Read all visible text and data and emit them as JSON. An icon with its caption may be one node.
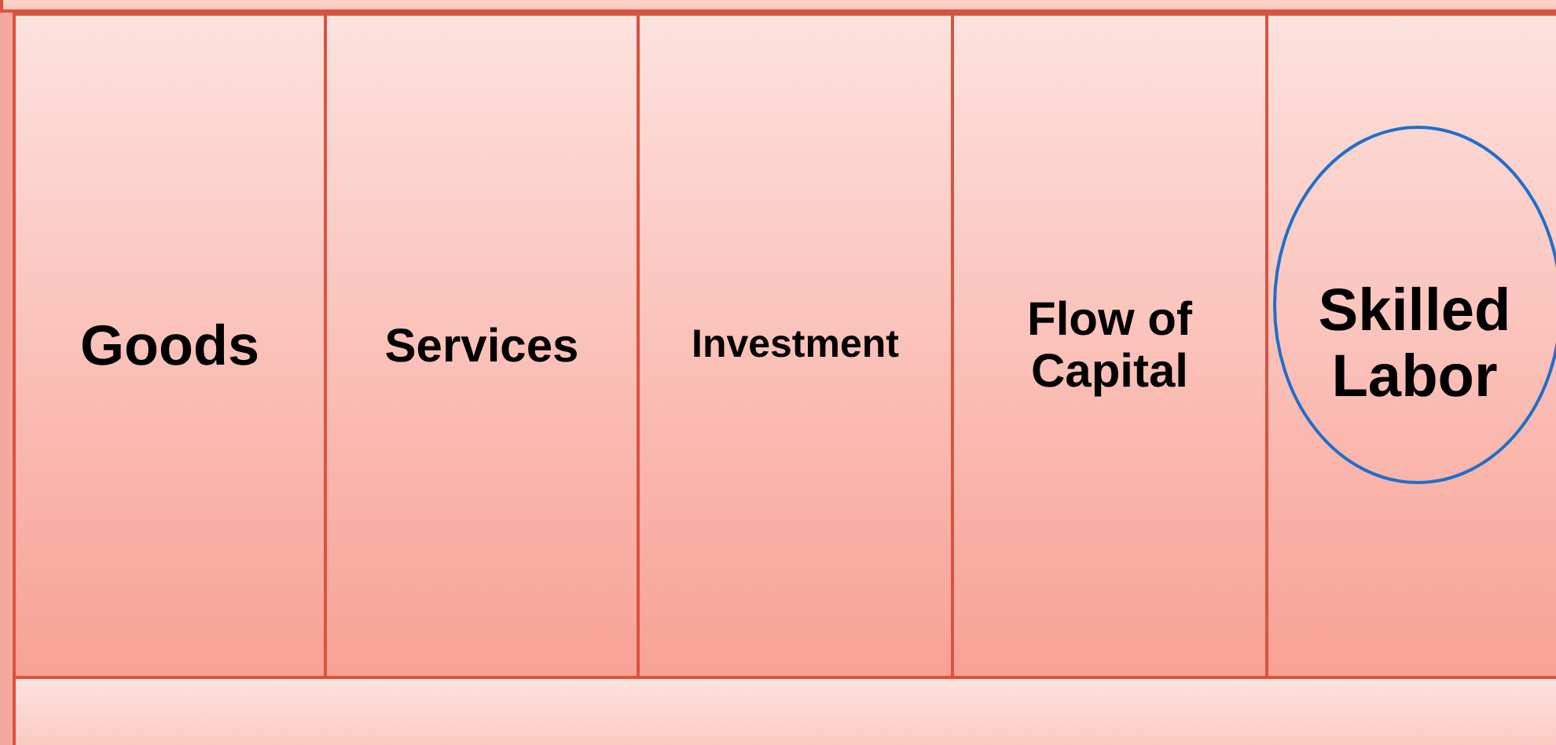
{
  "diagram": {
    "nodes": [
      {
        "text": [],
        "shape": "bar"
      },
      {
        "text": [
          "Goods"
        ]
      },
      {
        "text": [
          "Services"
        ]
      },
      {
        "text": [
          "Investment"
        ]
      },
      {
        "text": [
          "Flow of Capital"
        ]
      },
      {
        "text": [
          "Skilled Labor"
        ]
      },
      {
        "text": [],
        "shape": "bar"
      }
    ],
    "edges": []
  }
}
